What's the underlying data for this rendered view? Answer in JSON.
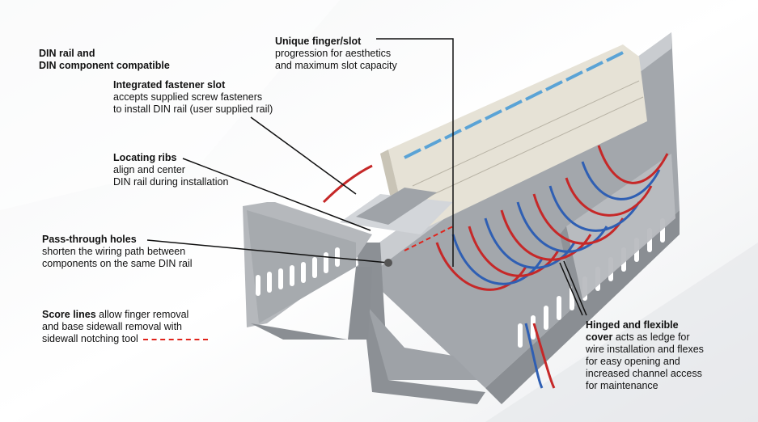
{
  "colors": {
    "duct_gray": "#a9adb2",
    "duct_dark": "#7f8489",
    "terminal_beige": "#e6e2d6",
    "terminal_blue": "#5aa3d6",
    "wire_red": "#c62828",
    "wire_blue": "#2f5fb3",
    "score_line_red": "#e0241c",
    "leader_black": "#111111"
  },
  "callouts": {
    "din_rail": {
      "line1": "DIN rail and",
      "line2": "DIN component compatible"
    },
    "fastener": {
      "title": "Integrated fastener slot",
      "line1": "accepts supplied screw fasteners",
      "line2": "to install DIN rail (user supplied rail)"
    },
    "ribs": {
      "title": "Locating ribs",
      "line1": "align and center",
      "line2": "DIN rail during installation"
    },
    "pass_through": {
      "title": "Pass-through holes",
      "line1": "shorten the wiring path between",
      "line2": "components on the same DIN rail"
    },
    "score": {
      "title": "Score lines",
      "rest1": " allow finger removal",
      "line2": "and base sidewall removal with",
      "line3": "sidewall notching tool"
    },
    "finger": {
      "title": "Unique finger/slot",
      "line1": "progression for aesthetics",
      "line2": "and maximum slot capacity"
    },
    "cover": {
      "title1": "Hinged and flexible",
      "title2": "cover",
      "rest1": " acts as ledge for",
      "line2": "wire installation and flexes",
      "line3": "for easy opening and",
      "line4": "increased channel access",
      "line5": "for maintenance"
    }
  }
}
